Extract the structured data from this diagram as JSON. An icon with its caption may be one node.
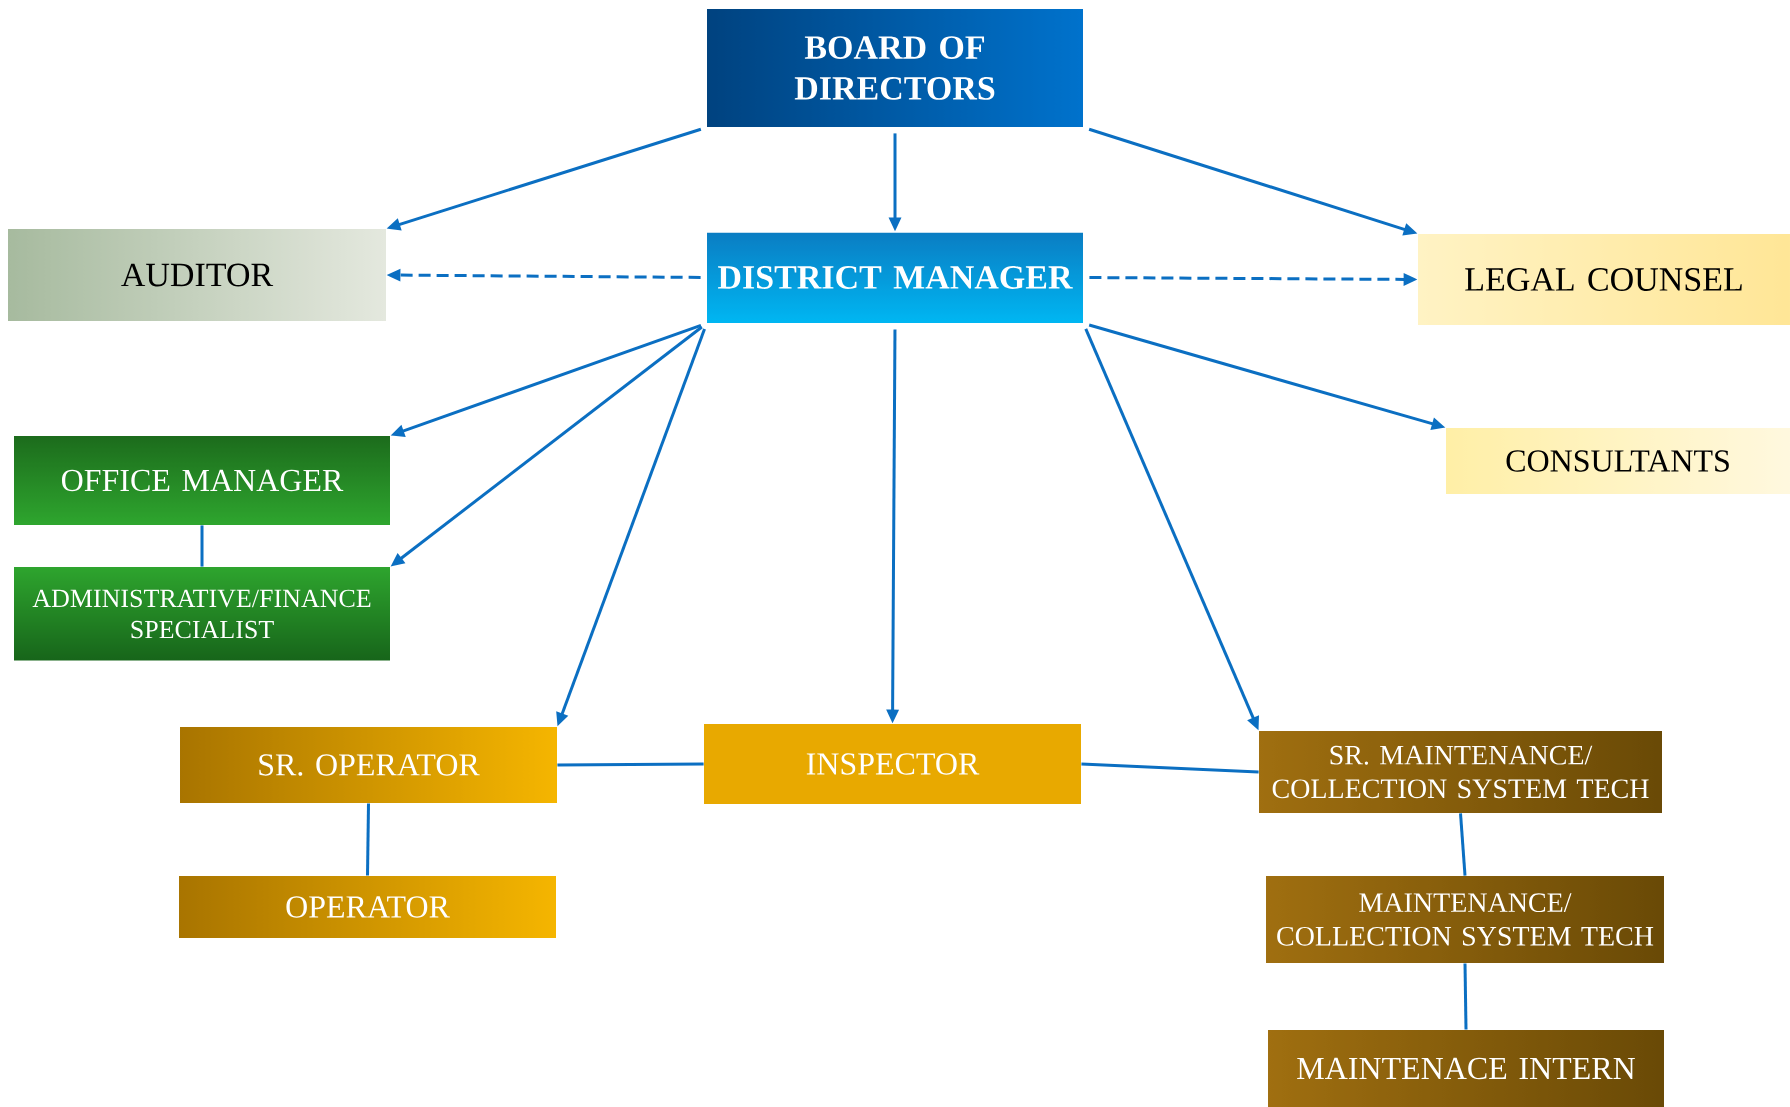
{
  "diagram": {
    "nodes": [
      {
        "text": [
          "BOARD OF DIRECTORS"
        ]
      },
      {
        "text": [
          "AUDITOR"
        ]
      },
      {
        "text": [
          "DISTRICT MANAGER"
        ]
      },
      {
        "text": [
          "LEGAL COUNSEL"
        ]
      },
      {
        "text": [
          "OFFICE MANAGER"
        ]
      },
      {
        "text": [
          "CONSULTANTS"
        ]
      },
      {
        "text": [
          "ADMINISTRATIVE/FINANCE SPECIALIST"
        ]
      },
      {
        "text": [
          "SR. OPERATOR"
        ]
      },
      {
        "text": [
          "INSPECTOR"
        ]
      },
      {
        "text": [
          "SR. MAINTENANCE/ COLLECTION SYSTEM TECH"
        ]
      },
      {
        "text": [
          "OPERATOR"
        ]
      },
      {
        "text": [
          "MAINTENANCE/ COLLECTION SYSTEM TECH"
        ]
      },
      {
        "text": [
          "MAINTENACE INTERN"
        ]
      }
    ],
    "edges": [
      {
        "from": 0,
        "to": 1,
        "arrow": "to"
      },
      {
        "from": 0,
        "to": 2,
        "arrow": "to"
      },
      {
        "from": 0,
        "to": 3,
        "arrow": "to"
      },
      {
        "from": 2,
        "to": 1,
        "arrow": "to",
        "style": "dashed"
      },
      {
        "from": 2,
        "to": 3,
        "arrow": "to",
        "style": "dashed"
      },
      {
        "from": 2,
        "to": 4,
        "arrow": "to"
      },
      {
        "from": 2,
        "to": 5,
        "arrow": "to"
      },
      {
        "from": 2,
        "to": 6,
        "arrow": "to"
      },
      {
        "from": 2,
        "to": 7,
        "arrow": "to"
      },
      {
        "from": 2,
        "to": 8,
        "arrow": "to"
      },
      {
        "from": 2,
        "to": 9,
        "arrow": "to"
      },
      {
        "from": 4,
        "to": 6,
        "arrow": "none"
      },
      {
        "from": 7,
        "to": 8,
        "arrow": "none"
      },
      {
        "from": 8,
        "to": 9,
        "arrow": "none"
      },
      {
        "from": 7,
        "to": 10,
        "arrow": "none"
      },
      {
        "from": 9,
        "to": 11,
        "arrow": "none"
      },
      {
        "from": 11,
        "to": 12,
        "arrow": "none"
      }
    ]
  }
}
